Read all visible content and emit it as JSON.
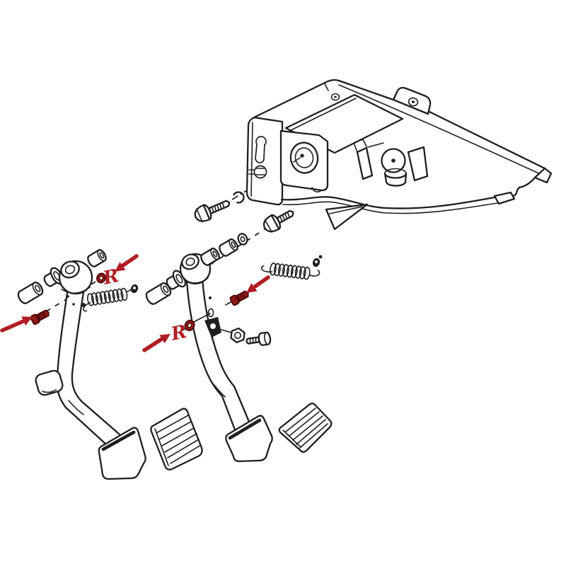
{
  "annotations": {
    "r_label_left": "R",
    "r_label_right": "R",
    "arrow_count": 4
  },
  "colors": {
    "background": "#ffffff",
    "ink": "#1f1f1f",
    "accent_red": "#b01e23",
    "part_red": "#8e1a15",
    "part_red_dark": "#420806"
  },
  "parts": [
    "pedal-support-bracket",
    "bracket-mounting-plate",
    "snap-ring",
    "pivot-bolt-upper",
    "pivot-bolt-lower",
    "flat-washer",
    "bushing-cap",
    "flanged-bushing",
    "spacer-sleeve",
    "clutch-pedal-arm",
    "brake-pedal-arm",
    "clutch-return-spring",
    "brake-return-spring",
    "spring-clip",
    "hex-nut",
    "adjust-bolt",
    "pedal-stop-pad",
    "pedal-pad-left",
    "pedal-pad-right",
    "highlighted-bolt-left",
    "highlighted-washer-left",
    "highlighted-bolt-right",
    "highlighted-washer-right"
  ]
}
